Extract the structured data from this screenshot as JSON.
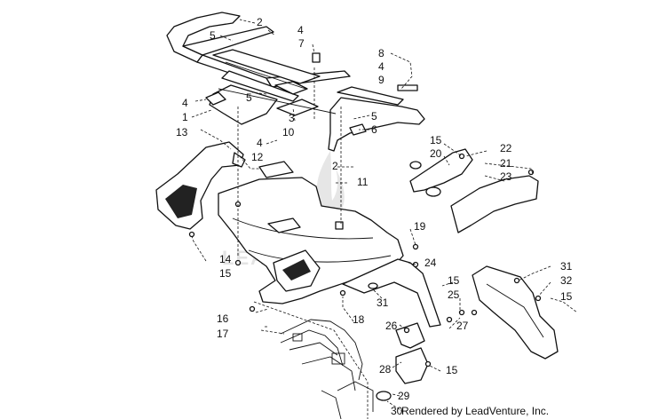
{
  "diagram": {
    "callouts": [
      {
        "id": "c2a",
        "text": "2"
      },
      {
        "id": "c4a",
        "text": "4"
      },
      {
        "id": "c5a",
        "text": "5"
      },
      {
        "id": "c7",
        "text": "7"
      },
      {
        "id": "c8",
        "text": "8"
      },
      {
        "id": "c4b",
        "text": "4"
      },
      {
        "id": "c9",
        "text": "9"
      },
      {
        "id": "c5b",
        "text": "5"
      },
      {
        "id": "c4c",
        "text": "4"
      },
      {
        "id": "c1",
        "text": "1"
      },
      {
        "id": "c3",
        "text": "3"
      },
      {
        "id": "c10",
        "text": "10"
      },
      {
        "id": "c5c",
        "text": "5"
      },
      {
        "id": "c6",
        "text": "6"
      },
      {
        "id": "c13",
        "text": "13"
      },
      {
        "id": "c4d",
        "text": "4"
      },
      {
        "id": "c12",
        "text": "12"
      },
      {
        "id": "c15a",
        "text": "15"
      },
      {
        "id": "c20",
        "text": "20"
      },
      {
        "id": "c22",
        "text": "22"
      },
      {
        "id": "c21",
        "text": "21"
      },
      {
        "id": "c23",
        "text": "23"
      },
      {
        "id": "c2b",
        "text": "2"
      },
      {
        "id": "c11",
        "text": "11"
      },
      {
        "id": "c19",
        "text": "19"
      },
      {
        "id": "c14",
        "text": "14"
      },
      {
        "id": "c15b",
        "text": "15"
      },
      {
        "id": "c24",
        "text": "24"
      },
      {
        "id": "c31a",
        "text": "31"
      },
      {
        "id": "c32",
        "text": "32"
      },
      {
        "id": "c15c",
        "text": "15"
      },
      {
        "id": "c25",
        "text": "25"
      },
      {
        "id": "c15d",
        "text": "15"
      },
      {
        "id": "c31b",
        "text": "31"
      },
      {
        "id": "c16",
        "text": "16"
      },
      {
        "id": "c17",
        "text": "17"
      },
      {
        "id": "c18",
        "text": "18"
      },
      {
        "id": "c26",
        "text": "26"
      },
      {
        "id": "c27",
        "text": "27"
      },
      {
        "id": "c28",
        "text": "28"
      },
      {
        "id": "c15e",
        "text": "15"
      },
      {
        "id": "c29",
        "text": "29"
      },
      {
        "id": "c30",
        "text": "30"
      }
    ],
    "credit": "Rendered by LeadVenture, Inc."
  }
}
